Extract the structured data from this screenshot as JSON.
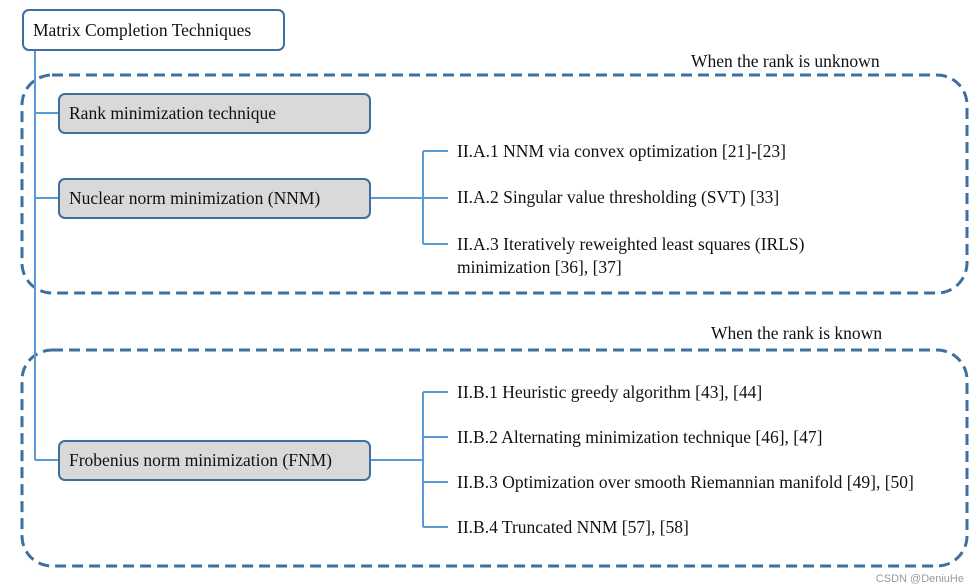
{
  "diagram": {
    "root": "Matrix Completion Techniques",
    "regions": [
      {
        "label": "When the rank is unknown",
        "methods": [
          {
            "name": "Rank minimization technique",
            "children": []
          },
          {
            "name": "Nuclear norm minimization (NNM)",
            "children": [
              "II.A.1 NNM via convex optimization [21]-[23]",
              "II.A.2 Singular value thresholding (SVT) [33]",
              "II.A.3 Iteratively reweighted least squares (IRLS)",
              "minimization [36], [37]"
            ]
          }
        ]
      },
      {
        "label": "When the rank is known",
        "methods": [
          {
            "name": "Frobenius norm minimization (FNM)",
            "children": [
              "II.B.1 Heuristic greedy algorithm [43], [44]",
              "II.B.2 Alternating minimization technique [46], [47]",
              "II.B.3 Optimization over smooth Riemannian manifold [49], [50]",
              "II.B.4 Truncated NNM [57], [58]"
            ]
          }
        ]
      }
    ],
    "watermark": "CSDN @DeniuHe"
  },
  "colors": {
    "connector": "#5b9bd5",
    "border": "#3e6f9f",
    "method_fill": "#d9d9d9"
  }
}
